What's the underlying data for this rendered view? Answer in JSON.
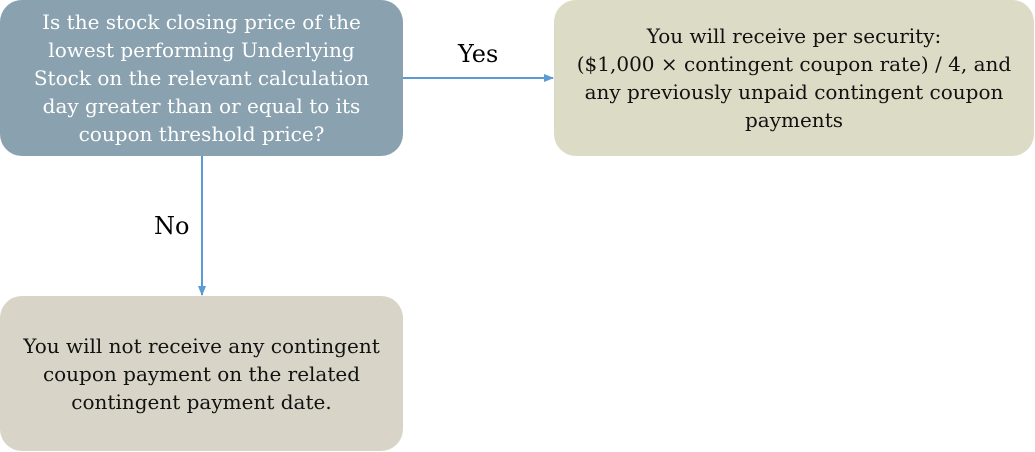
{
  "diagram": {
    "question": "Is the stock closing price of the\nlowest performing  Underlying\nStock on the relevant calculation\nday greater than or equal to its\ncoupon threshold price?",
    "yes_outcome": "You will receive per security:\n($1,000 × contingent coupon rate) / 4, and\nany previously  unpaid contingent coupon\npayments",
    "no_outcome": "You will not receive any contingent\ncoupon  payment on the related\ncontingent payment date.",
    "yes_label": "Yes",
    "no_label": "No",
    "colors": {
      "question_fill": "#8aa1af",
      "yes_fill": "#dcdcc6",
      "no_fill": "#d8d4c8",
      "connector": "#5b9bd5"
    }
  }
}
